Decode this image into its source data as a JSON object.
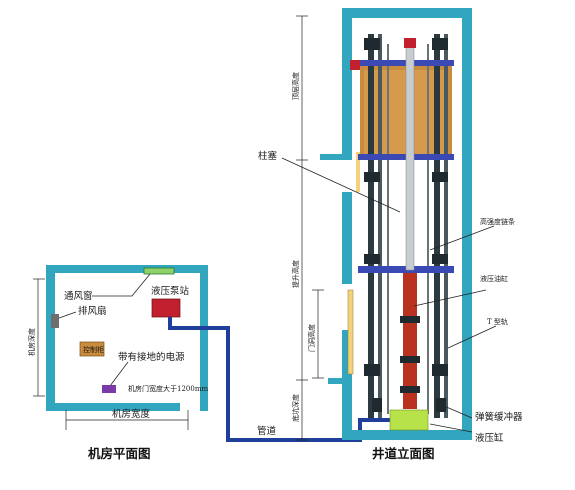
{
  "colors": {
    "wall": "#31a6be",
    "wall_dark": "#1d7f93",
    "car": "#c98b3c",
    "beam": "#3a49b4",
    "cylinder": "#b8321f",
    "rail": "#2c3a40",
    "buffer": "#b7e24a",
    "pipe": "#1f3f9a"
  },
  "machine_room": {
    "title": "机房平面图",
    "labels": {
      "vent_window": "通风窗",
      "exhaust_fan": "排风扇",
      "pump_station": "液压泵站",
      "control_cabinet": "控制柜",
      "grounded_power": "带有接地的电源",
      "door_note": "机房门宽度大于1200mm",
      "room_width": "机房宽度",
      "room_depth": "机房深度"
    }
  },
  "shaft": {
    "title": "井道立面图",
    "labels": {
      "plunger": "柱塞",
      "high_strength_chain": "高强度链条",
      "hydraulic_cylinder_label": "液压油缸",
      "t_rail": "T 型轨",
      "buffer": "弹簧缓冲器",
      "cylinder": "液压缸",
      "pipeline": "管道",
      "top_height": "顶层高度",
      "lift_height": "提升高度",
      "door_height": "门洞高度",
      "pit_depth": "底坑深度"
    }
  }
}
